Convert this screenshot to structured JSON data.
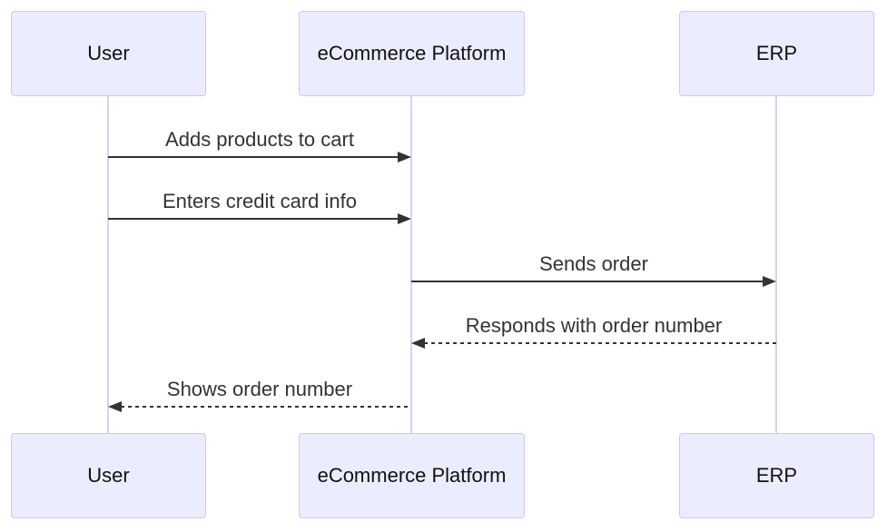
{
  "diagram": {
    "type": "sequence-diagram",
    "background_color": "#ffffff",
    "colors": {
      "actor_fill": "#ECECFF",
      "actor_border": "#cfc7ee",
      "lifeline": "#d9d0f0",
      "message_line": "#333333",
      "message_text": "#333333",
      "actor_text": "#111111"
    },
    "actors": [
      {
        "label": "User"
      },
      {
        "label": "eCommerce Platform"
      },
      {
        "label": "ERP"
      }
    ],
    "messages": [
      {
        "text": "Adds products to cart",
        "from": "User",
        "to": "eCommerce Platform",
        "line": "solid",
        "direction": "right"
      },
      {
        "text": "Enters credit card info",
        "from": "User",
        "to": "eCommerce Platform",
        "line": "solid",
        "direction": "right"
      },
      {
        "text": "Sends order",
        "from": "eCommerce Platform",
        "to": "ERP",
        "line": "solid",
        "direction": "right"
      },
      {
        "text": "Responds with order number",
        "from": "ERP",
        "to": "eCommerce Platform",
        "line": "dashed",
        "direction": "left"
      },
      {
        "text": "Shows order number",
        "from": "eCommerce Platform",
        "to": "User",
        "line": "dashed",
        "direction": "left"
      }
    ]
  }
}
